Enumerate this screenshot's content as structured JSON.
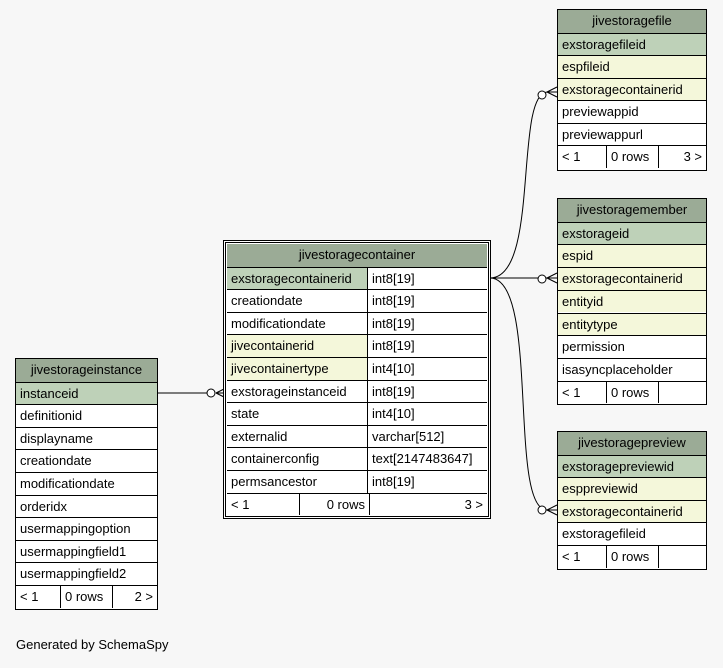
{
  "footer": "Generated by SchemaSpy",
  "tables": {
    "storagefile": {
      "name": "jivestoragefile",
      "columns": [
        {
          "name": "exstoragefileid",
          "kind": "pk"
        },
        {
          "name": "espfileid",
          "kind": "fk"
        },
        {
          "name": "exstoragecontainerid",
          "kind": "fk"
        },
        {
          "name": "previewappid",
          "kind": "plain"
        },
        {
          "name": "previewappurl",
          "kind": "plain"
        }
      ],
      "footer": {
        "parents": "< 1",
        "rows": "0 rows",
        "children": "3 >"
      }
    },
    "storagemember": {
      "name": "jivestoragemember",
      "columns": [
        {
          "name": "exstorageid",
          "kind": "pk"
        },
        {
          "name": "espid",
          "kind": "fk"
        },
        {
          "name": "exstoragecontainerid",
          "kind": "fk"
        },
        {
          "name": "entityid",
          "kind": "fk"
        },
        {
          "name": "entitytype",
          "kind": "fk"
        },
        {
          "name": "permission",
          "kind": "plain"
        },
        {
          "name": "isasyncplaceholder",
          "kind": "plain"
        }
      ],
      "footer": {
        "parents": "< 1",
        "rows": "0 rows",
        "children": ""
      }
    },
    "storagepreview": {
      "name": "jivestoragepreview",
      "columns": [
        {
          "name": "exstoragepreviewid",
          "kind": "pk"
        },
        {
          "name": "esppreviewid",
          "kind": "fk"
        },
        {
          "name": "exstoragecontainerid",
          "kind": "fk"
        },
        {
          "name": "exstoragefileid",
          "kind": "plain"
        }
      ],
      "footer": {
        "parents": "< 1",
        "rows": "0 rows",
        "children": ""
      }
    },
    "storagecontainer": {
      "name": "jivestoragecontainer",
      "columns": [
        {
          "name": "exstoragecontainerid",
          "type": "int8[19]",
          "kind": "pk"
        },
        {
          "name": "creationdate",
          "type": "int8[19]",
          "kind": "plain"
        },
        {
          "name": "modificationdate",
          "type": "int8[19]",
          "kind": "plain"
        },
        {
          "name": "jivecontainerid",
          "type": "int8[19]",
          "kind": "fk"
        },
        {
          "name": "jivecontainertype",
          "type": "int4[10]",
          "kind": "fk"
        },
        {
          "name": "exstorageinstanceid",
          "type": "int8[19]",
          "kind": "plain"
        },
        {
          "name": "state",
          "type": "int4[10]",
          "kind": "plain"
        },
        {
          "name": "externalid",
          "type": "varchar[512]",
          "kind": "plain"
        },
        {
          "name": "containerconfig",
          "type": "text[2147483647]",
          "kind": "plain"
        },
        {
          "name": "permsancestor",
          "type": "int8[19]",
          "kind": "plain"
        }
      ],
      "footer": {
        "parents": "< 1",
        "rows": "0 rows",
        "children": "3 >"
      }
    },
    "storageinstance": {
      "name": "jivestorageinstance",
      "columns": [
        {
          "name": "instanceid",
          "kind": "pk"
        },
        {
          "name": "definitionid",
          "kind": "plain"
        },
        {
          "name": "displayname",
          "kind": "plain"
        },
        {
          "name": "creationdate",
          "kind": "plain"
        },
        {
          "name": "modificationdate",
          "kind": "plain"
        },
        {
          "name": "orderidx",
          "kind": "plain"
        },
        {
          "name": "usermappingoption",
          "kind": "plain"
        },
        {
          "name": "usermappingfield1",
          "kind": "plain"
        },
        {
          "name": "usermappingfield2",
          "kind": "plain"
        }
      ],
      "footer": {
        "parents": "< 1",
        "rows": "0 rows",
        "children": "2 >"
      }
    }
  }
}
